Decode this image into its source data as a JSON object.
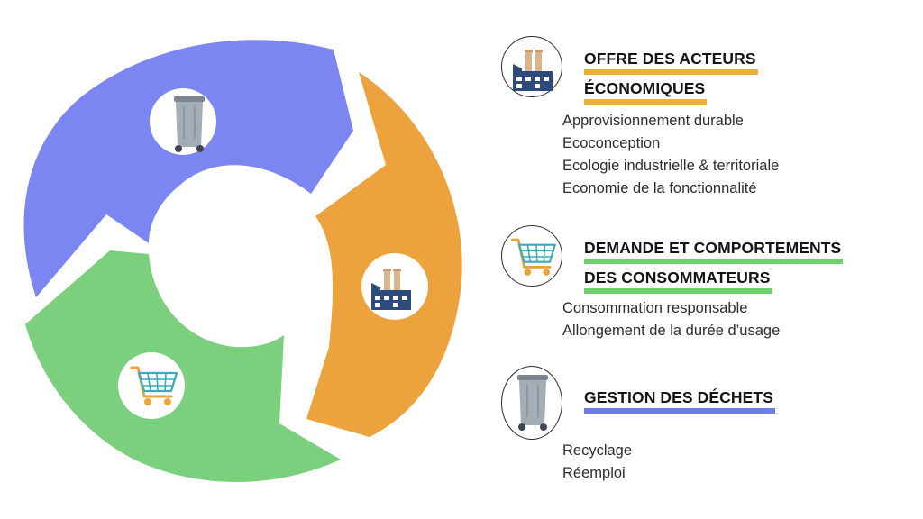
{
  "colors": {
    "blue": "#7b86f0",
    "orange": "#eda33d",
    "green": "#7bcf7d",
    "blue_accent": "#6f7ce6",
    "orange_accent": "#eab03a",
    "green_accent": "#6fcf6f"
  },
  "cycle": {
    "segments": [
      {
        "name": "gestion-des-dechets",
        "color_key": "blue",
        "icon": "trash-bin-icon"
      },
      {
        "name": "offre-des-acteurs",
        "color_key": "orange",
        "icon": "factory-icon"
      },
      {
        "name": "demande-consommateurs",
        "color_key": "green",
        "icon": "shopping-cart-icon"
      }
    ]
  },
  "sections": [
    {
      "icon": "factory-icon",
      "title_line1": "OFFRE DES ACTEURS",
      "title_line2": "ÉCONOMIQUES",
      "accent_key": "orange_accent",
      "items": [
        "Approvisionnement durable",
        "Ecoconception",
        "Ecologie industrielle & territoriale",
        "Economie de la fonctionnalité"
      ]
    },
    {
      "icon": "shopping-cart-icon",
      "title_line1": "DEMANDE ET COMPORTEMENTS",
      "title_line2": "DES CONSOMMATEURS",
      "accent_key": "green_accent",
      "items": [
        "Consommation responsable",
        "Allongement de la durée d’usage"
      ]
    },
    {
      "icon": "trash-bin-icon",
      "title_line1": "GESTION DES DÉCHETS",
      "accent_key": "blue_accent",
      "items": [
        "Recyclage",
        "Réemploi"
      ]
    }
  ]
}
